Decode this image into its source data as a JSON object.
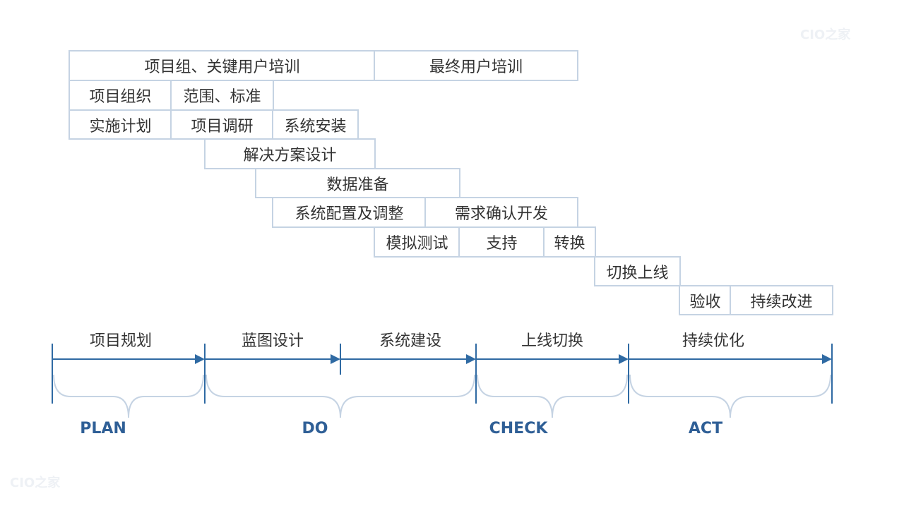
{
  "watermark": "CIO之家",
  "tasks": {
    "key_user_training": "项目组、关键用户培训",
    "end_user_training": "最终用户培训",
    "project_org": "项目组织",
    "scope_standard": "范围、标准",
    "impl_plan": "实施计划",
    "project_research": "项目调研",
    "system_install": "系统安装",
    "solution_design": "解决方案设计",
    "data_prep": "数据准备",
    "system_config": "系统配置及调整",
    "req_confirm_dev": "需求确认开发",
    "simulation_test": "模拟测试",
    "support": "支持",
    "conversion": "转换",
    "go_live_switch": "切换上线",
    "acceptance": "验收",
    "continuous_improve": "持续改进"
  },
  "phases": [
    "项目规划",
    "蓝图设计",
    "系统建设",
    "上线切换",
    "持续优化"
  ],
  "pdca": [
    "PLAN",
    "DO",
    "CHECK",
    "ACT"
  ],
  "colors": {
    "arrow": "#2f6aa3",
    "border": "#c5d3e3",
    "brace": "#c5d3e3",
    "pdca_text": "#2f5f96"
  }
}
